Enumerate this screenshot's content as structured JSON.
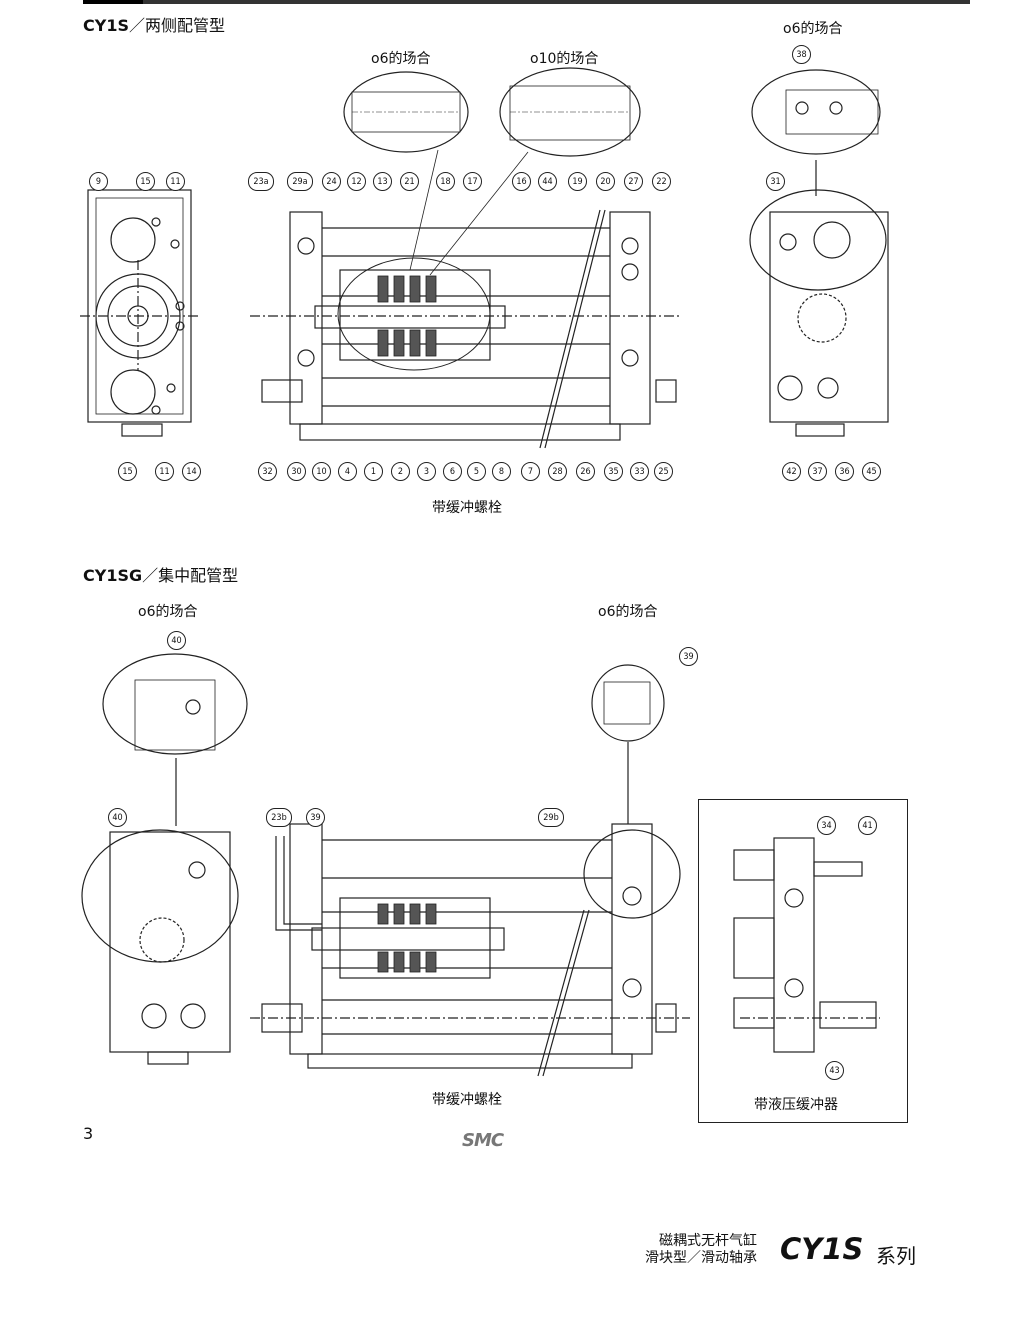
{
  "section1": {
    "model": "CY1S",
    "title": "两侧配管型"
  },
  "section2": {
    "model": "CY1SG",
    "title": "集中配管型"
  },
  "detail_labels": {
    "phi6_a": "ο6的场合",
    "phi10": "ο10的场合",
    "phi6_right": "ο6的场合",
    "phi6_sg_left": "ο6的场合",
    "phi6_sg_right": "ο6的场合"
  },
  "captions": {
    "bolt1": "带缓冲螺栓",
    "bolt2": "带缓冲螺栓",
    "shock": "带液压缓冲器"
  },
  "callouts_top": [
    "9",
    "15",
    "11",
    "23a",
    "29a",
    "24",
    "12",
    "13",
    "21",
    "18",
    "17",
    "16",
    "44",
    "19",
    "20",
    "27",
    "22",
    "38",
    "31"
  ],
  "callouts_bottom": [
    "15",
    "11",
    "14",
    "32",
    "30",
    "10",
    "4",
    "1",
    "2",
    "3",
    "6",
    "5",
    "8",
    "7",
    "28",
    "26",
    "35",
    "33",
    "25",
    "42",
    "37",
    "36",
    "45"
  ],
  "callouts_sg": [
    "40",
    "40",
    "39",
    "23b",
    "39",
    "29b",
    "34",
    "41",
    "43"
  ],
  "page_number": "3",
  "logo": "SMC",
  "footer": {
    "line1": "磁耦式无杆气缸",
    "line2": "滑块型／滑动轴承",
    "model": "CY1S",
    "series": "系列"
  }
}
